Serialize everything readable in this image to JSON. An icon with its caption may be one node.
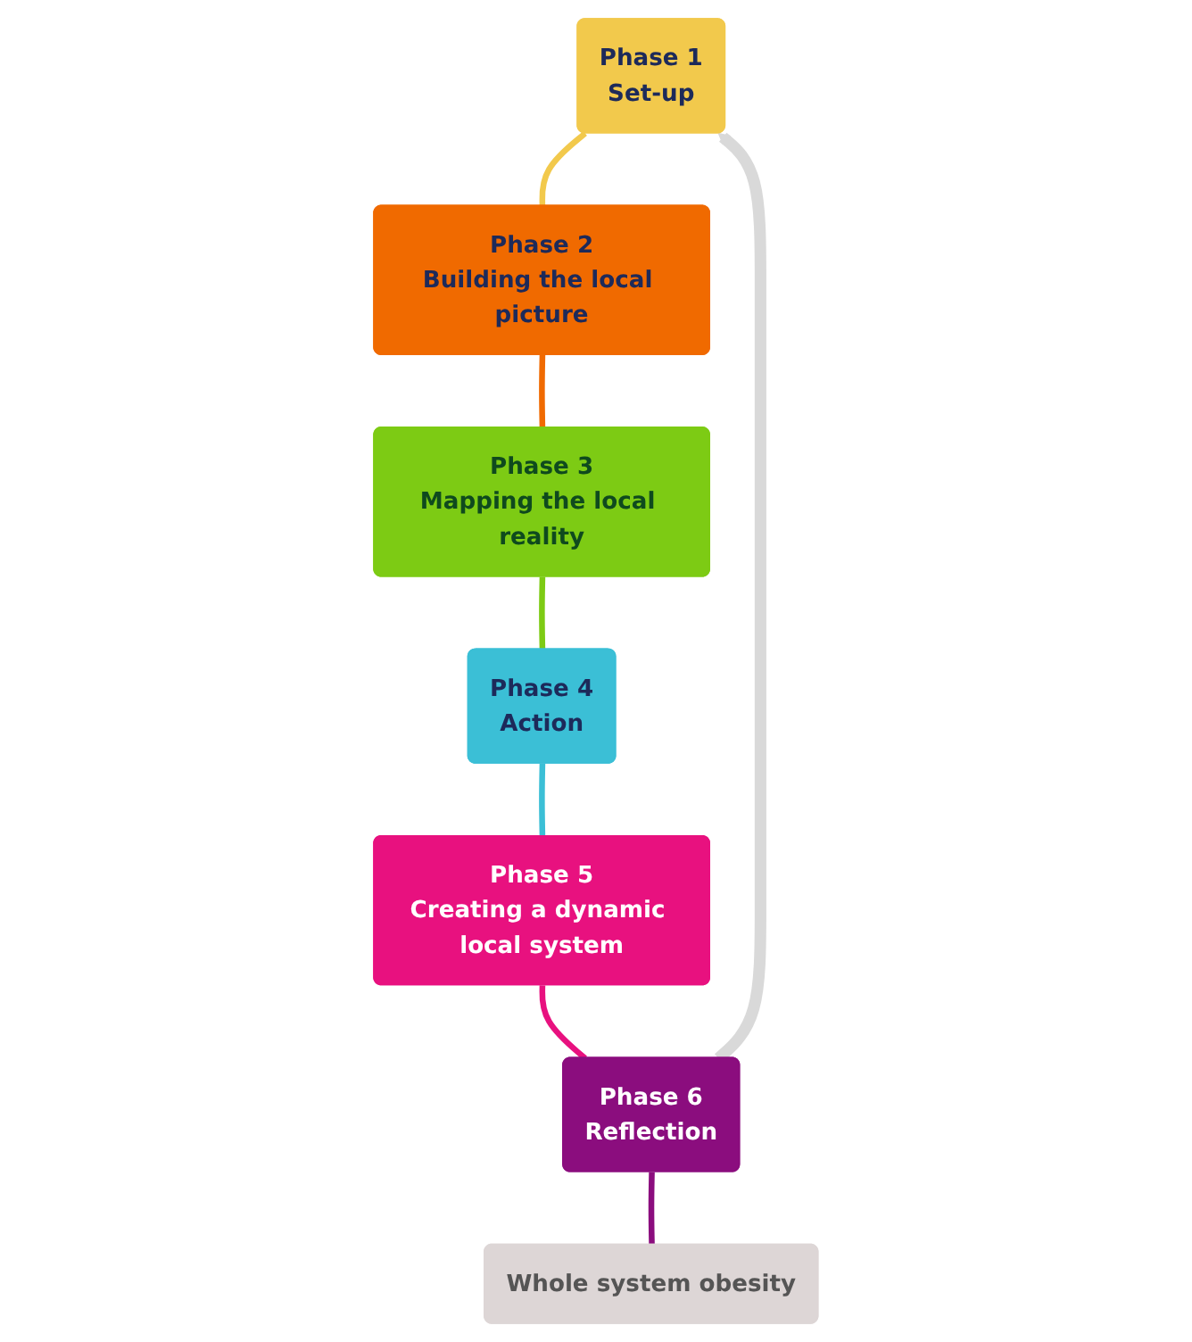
{
  "diagram": {
    "nodes": [
      {
        "text": [
          "Phase 1",
          "Set-up"
        ]
      },
      {
        "text": [
          "Phase 2",
          "Building the local picture"
        ]
      },
      {
        "text": [
          "Phase 3",
          "Mapping the local reality"
        ]
      },
      {
        "text": [
          "Phase 4",
          "Action"
        ]
      },
      {
        "text": [
          "Phase 5",
          "Creating a dynamic local system"
        ]
      },
      {
        "text": [
          "Phase 6",
          "Reflection"
        ]
      },
      {
        "text": [
          "Whole system obesity"
        ]
      }
    ],
    "edges": [
      {
        "from": 0,
        "to": 1,
        "arrow": "none",
        "color": "#f2c94c"
      },
      {
        "from": 1,
        "to": 2,
        "arrow": "none",
        "color": "#f06a00"
      },
      {
        "from": 2,
        "to": 3,
        "arrow": "none",
        "color": "#7dcb14"
      },
      {
        "from": 3,
        "to": 4,
        "arrow": "none",
        "color": "#3bbfd6"
      },
      {
        "from": 4,
        "to": 5,
        "arrow": "none",
        "color": "#e8117f"
      },
      {
        "from": 5,
        "to": 0,
        "arrow": "to",
        "style": "thick",
        "color": "#d9d9d9"
      },
      {
        "from": 5,
        "to": 6,
        "arrow": "none",
        "color": "#8b0d7e"
      }
    ]
  }
}
